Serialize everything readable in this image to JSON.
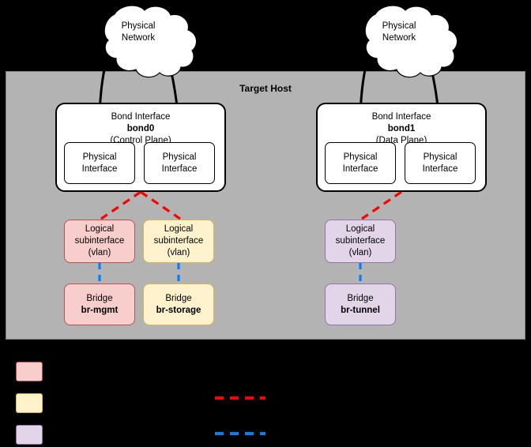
{
  "diagram": {
    "title": "Target Host",
    "background_color": "#000000",
    "host_panel_color": "#b3b3b3"
  },
  "clouds": [
    {
      "name": "cloud-left",
      "line1": "Physical",
      "line2": "Network"
    },
    {
      "name": "cloud-right",
      "line1": "Physical",
      "line2": "Network"
    }
  ],
  "bonds": [
    {
      "heading": "Bond Interface",
      "name": "bond0",
      "role": "(Control Plane)",
      "ports": [
        {
          "line1": "Physical",
          "line2": "Interface"
        },
        {
          "line1": "Physical",
          "line2": "Interface"
        }
      ]
    },
    {
      "heading": "Bond Interface",
      "name": "bond1",
      "role": "(Data Plane)",
      "ports": [
        {
          "line1": "Physical",
          "line2": "Interface"
        },
        {
          "line1": "Physical",
          "line2": "Interface"
        }
      ]
    }
  ],
  "subinterfaces": [
    {
      "line1": "Logical",
      "line2": "subinterface",
      "line3": "(vlan)",
      "color": "#f8cecc",
      "border": "#b85450"
    },
    {
      "line1": "Logical",
      "line2": "subinterface",
      "line3": "(vlan)",
      "color": "#fff2cc",
      "border": "#d6b656"
    },
    {
      "line1": "Logical",
      "line2": "subinterface",
      "line3": "(vlan)",
      "color": "#e1d5e7",
      "border": "#9673a6"
    }
  ],
  "bridges": [
    {
      "heading": "Bridge",
      "name": "br-mgmt",
      "color": "#f8cecc",
      "border": "#b85450"
    },
    {
      "heading": "Bridge",
      "name": "br-storage",
      "color": "#fff2cc",
      "border": "#d6b656"
    },
    {
      "heading": "Bridge",
      "name": "br-tunnel",
      "color": "#e1d5e7",
      "border": "#9673a6"
    }
  ],
  "legend": {
    "swatches": [
      {
        "color": "#f8cecc",
        "border": "#b85450",
        "label": ""
      },
      {
        "color": "#fff2cc",
        "border": "#d6b656",
        "label": ""
      },
      {
        "color": "#e1d5e7",
        "border": "#9673a6",
        "label": ""
      }
    ],
    "lines": [
      {
        "color": "#ff0000",
        "style": "dashed",
        "label": ""
      },
      {
        "color": "#0080ff",
        "style": "dashed",
        "label": ""
      }
    ]
  },
  "connectors": {
    "physical_link_color": "#000000",
    "vlan_link_color": "#ff0000",
    "bridge_link_color": "#0080ff"
  }
}
